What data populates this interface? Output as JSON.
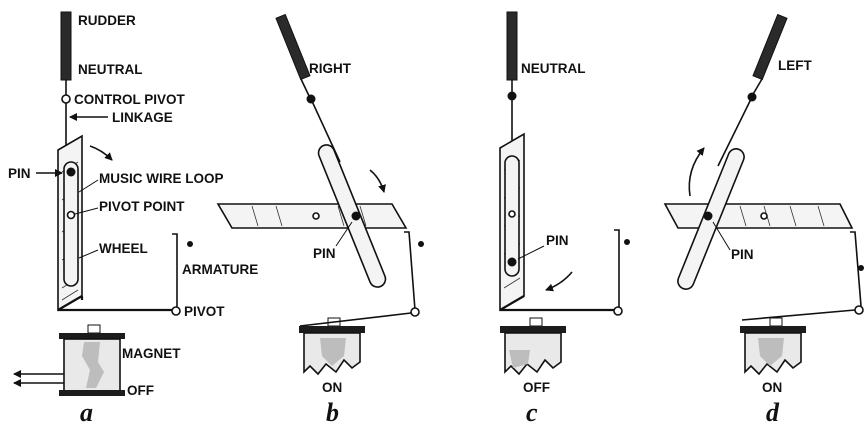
{
  "labels": {
    "rudder": "RUDDER",
    "neutral_a": "NEUTRAL",
    "control_pivot": "CONTROL PIVOT",
    "linkage": "LINKAGE",
    "pin_a": "PIN",
    "music_wire_loop": "MUSIC WIRE LOOP",
    "pivot_point": "PIVOT POINT",
    "wheel": "WHEEL",
    "armature": "ARMATURE",
    "pivot": "PIVOT",
    "magnet": "MAGNET",
    "off_a": "OFF",
    "right": "RIGHT",
    "pin_b": "PIN",
    "on_b": "ON",
    "neutral_c": "NEUTRAL",
    "pin_c": "PIN",
    "off_c": "OFF",
    "left": "LEFT",
    "pin_d": "PIN",
    "on_d": "ON"
  },
  "panels": {
    "a": "a",
    "b": "b",
    "c": "c",
    "d": "d"
  }
}
